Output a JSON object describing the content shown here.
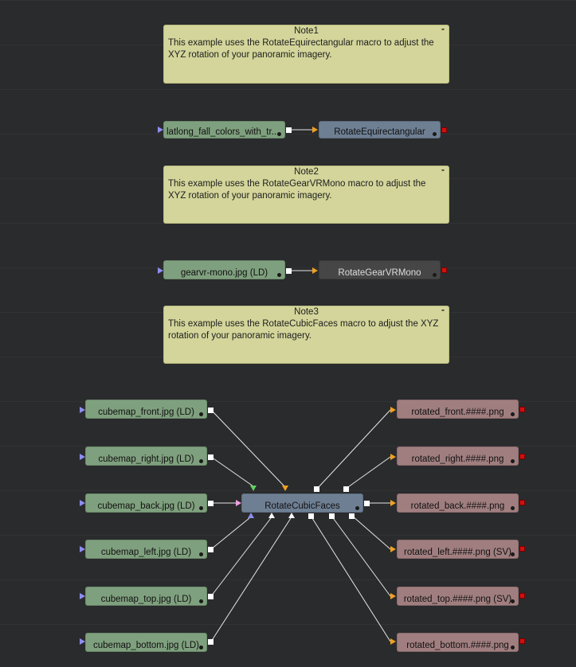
{
  "notes": [
    {
      "title": "Note1",
      "body": "This example uses the RotateEquirectangular macro to adjust the XYZ rotation of your panoramic imagery.",
      "minimize": "-"
    },
    {
      "title": "Note2",
      "body": "This example uses the RotateGearVRMono macro to adjust the XYZ rotation of your panoramic imagery.",
      "minimize": "-"
    },
    {
      "title": "Note3",
      "body": "This example uses the RotateCubicFaces macro to adjust the XYZ rotation of your panoramic imagery.",
      "minimize": "-"
    }
  ],
  "flow1": {
    "loader": "latlong_fall_colors_with_tr...",
    "macro": "RotateEquirectangular"
  },
  "flow2": {
    "loader": "gearvr-mono.jpg  (LD)",
    "macro": "RotateGearVRMono"
  },
  "flow3": {
    "loaders": [
      "cubemap_front.jpg  (LD)",
      "cubemap_right.jpg  (LD)",
      "cubemap_back.jpg  (LD)",
      "cubemap_left.jpg  (LD)",
      "cubemap_top.jpg  (LD)",
      "cubemap_bottom.jpg  (LD)"
    ],
    "macro": "RotateCubicFaces",
    "savers": [
      "rotated_front.####.png",
      "rotated_right.####.png",
      "rotated_back.####.png",
      "rotated_left.####.png  (SV)",
      "rotated_top.####.png  (SV)",
      "rotated_bottom.####.png"
    ]
  },
  "colors": {
    "background": "#2a2b2d",
    "note": "#d3d59a",
    "loader": "#7fa07e",
    "saver": "#a07e7f",
    "macro": "#6e7f93",
    "port_input_blue": "#8d8ef0",
    "port_input_orange": "#f0a020",
    "port_input_green": "#60d060",
    "port_input_pink": "#f0a0e0",
    "port_output_red": "#d01010"
  }
}
